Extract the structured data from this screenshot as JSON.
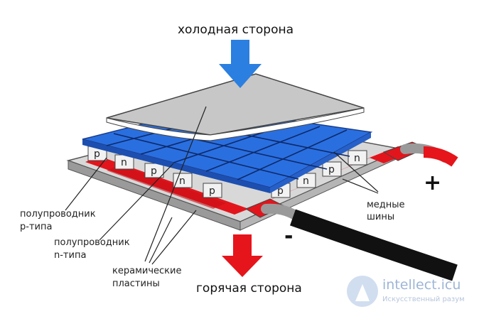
{
  "labels": {
    "cold_side": "холодная сторона",
    "hot_side": "горячая сторона",
    "p_semiconductor_1": "полупроводник",
    "p_semiconductor_2": "p-типа",
    "n_semiconductor_1": "полупроводник",
    "n_semiconductor_2": "n-типа",
    "ceramic_1": "керамические",
    "ceramic_2": "пластины",
    "copper_1": "медные",
    "copper_2": "шины",
    "plus": "+",
    "minus": "-"
  },
  "legs": {
    "p": "p",
    "n": "n"
  },
  "watermark": {
    "title": "intellect.icu",
    "subtitle": "Искусственный разум"
  },
  "colors": {
    "copper_bus": "#2a6fe0",
    "semiconductor_red": "#e3151c",
    "ceramic_gray": "#c7c7c7",
    "arrow_blue": "#2b7fe0",
    "arrow_red": "#e6141b",
    "cable_black": "#111111"
  }
}
